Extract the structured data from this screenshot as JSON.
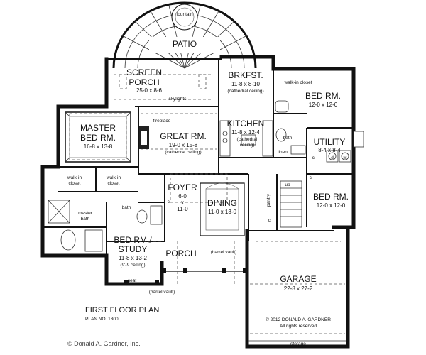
{
  "labels": {
    "fountain": "fountain",
    "patio": "PATIO",
    "screen_porch_1": "SCREEN",
    "screen_porch_2": "PORCH",
    "screen_porch_dim": "25-0 x 8-6",
    "skylights": "skylights",
    "brkfst": "BRKFST.",
    "brkfst_dim": "11-8 x 8-10",
    "brkfst_ceiling": "(cathedral ceiling)",
    "walkin_closet_right": "walk-in closet",
    "bed_rm_top": "BED RM.",
    "bed_rm_top_dim": "12-0 x 12-0",
    "master_1": "MASTER",
    "master_2": "BED RM.",
    "master_dim": "16-8 x 13-8",
    "fireplace": "fireplace",
    "great_rm": "GREAT RM.",
    "great_rm_dim": "19-0 x 15-8",
    "great_rm_ceiling": "(cathedral ceiling)",
    "kitchen": "KITCHEN",
    "kitchen_dim": "11-8 x 12-4",
    "kitchen_ceiling_1": "(cathedral",
    "kitchen_ceiling_2": "ceiling)",
    "bath_right": "bath",
    "linen": "linen",
    "utility": "UTILITY",
    "utility_dim": "8-4 x 8-4",
    "utility_cl": "cl",
    "utility_d": "d",
    "utility_w": "w",
    "walkin_closet_left_1": "walk-in",
    "walkin_closet_left_2": "closet",
    "walkin_closet_mid_1": "walk-in",
    "walkin_closet_mid_2": "closet",
    "master_bath_1": "master",
    "master_bath_2": "bath",
    "foyer": "FOYER",
    "foyer_dim_1": "6-0",
    "foyer_dim_2": "x",
    "foyer_dim_3": "11-0",
    "foyer_cl": "cl",
    "dining": "DINING",
    "dining_dim": "11-0 x 13-0",
    "pantry": "pantry",
    "up": "up",
    "cl_stair": "cl",
    "bath_mid": "bath",
    "bed_rm_right": "BED RM.",
    "bed_rm_right_dim": "12-0 x 12-0",
    "cl_right": "cl",
    "study_1": "BED RM./",
    "study_2": "STUDY",
    "study_dim": "11-8 x 13-2",
    "study_ceiling": "(9'-9 ceiling)",
    "porch": "PORCH",
    "barrel_vault_porch": "(barrel vault)",
    "seat": "seat",
    "barrel_vault_seat": "(barrel vault)",
    "garage": "GARAGE",
    "garage_dim": "22-8 x 27-2",
    "copyright_1": "© 2012 DONALD A. GARDNER",
    "copyright_2": "All rights reserved",
    "storage": "storage",
    "plan_title": "FIRST FLOOR PLAN",
    "plan_no": "PLAN NO. 1300",
    "credit": "© Donald A. Gardner, Inc."
  }
}
